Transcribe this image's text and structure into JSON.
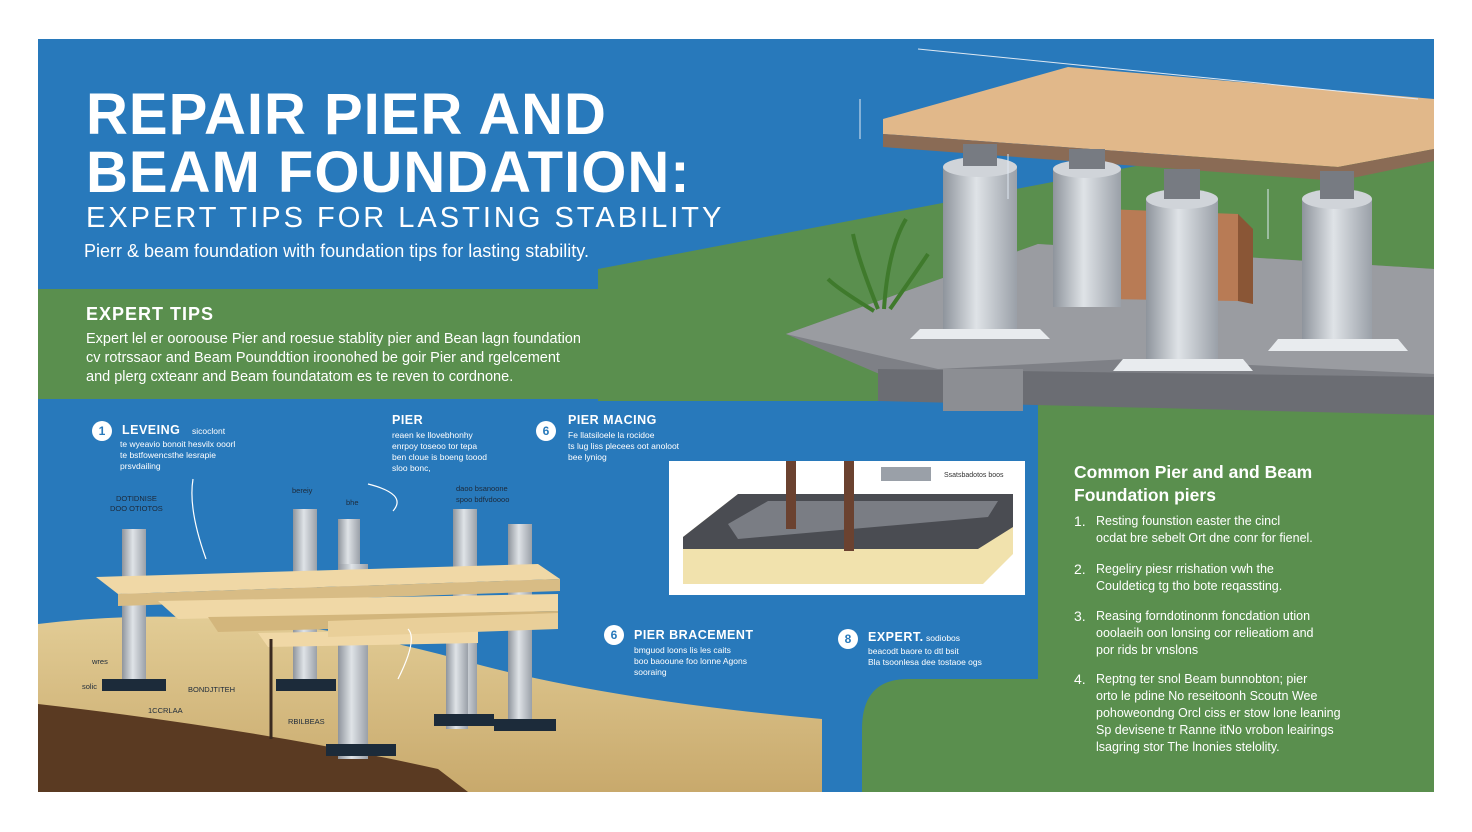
{
  "header": {
    "title_line1": "REPAIR PIER  AND",
    "title_line2": "BEAM FOUNDATION:",
    "subtitle": "EXPERT TIPS FOR LASTING STABILITY",
    "tagline": "Pierr & beam foundation with foundation tips for lasting stability."
  },
  "expert_tips": {
    "heading": "EXPERT TIPS",
    "lines": [
      "Expert lel er ooroouse Pier and roesue stablity pier and Bean lagn foundation",
      "cv rotrssaor and Beam Pounddtion iroonohed be goir Pier and rgelcement",
      "and plerg cxteanr and Beam foundatatom es te reven to cordnone."
    ]
  },
  "steps": [
    {
      "num": "1",
      "title": "LEVEING",
      "suffix": "sicoclont",
      "desc": [
        "te wyeavio bonoit hesvilx ooorl",
        "te bstfowencsthe lesrapie",
        "prsvdailing"
      ]
    },
    {
      "num": "",
      "title": "PIER",
      "suffix": "",
      "desc": [
        "reaen ke llovebhonhy",
        "enrpoy toseoo tor tepa",
        "ben cloue is boeng toood",
        "sloo bonc,"
      ]
    },
    {
      "num": "6",
      "title": "PIER MACING",
      "suffix": "",
      "desc": [
        "Fe llatsiloele la rocidoe",
        "ts lug liss plecees oot anoloot",
        "bee lyniog"
      ]
    },
    {
      "num": "6",
      "title": "PIER BRACEMENT",
      "suffix": "",
      "desc": [
        "bmguod loons lis les caits",
        "boo baooune foo lonne Agons",
        "sooraing"
      ]
    },
    {
      "num": "8",
      "title": "EXPERT.",
      "suffix": "sodiobos",
      "desc": [
        "beacodt baore to dtl bsit",
        "Bla tsoonlesa dee tostaoe ogs"
      ]
    }
  ],
  "diagram_labels": {
    "left_a": "DOTIDNISE",
    "left_b": "DOO OTIOTOS",
    "top_a": "bereiy",
    "top_b": "bhe",
    "top_c": "daoo bsanoone",
    "top_d": "spoo bdfvdoooo",
    "ground_a": "wres",
    "ground_b": "solic",
    "ground_c": "BONDJTITEH",
    "ground_d": "1CCRLAA",
    "ground_e": "RBILBEAS",
    "inset_tag": "Ssatsbadotos boos"
  },
  "common_piers": {
    "heading": "Common Pier and and Beam Foundation piers",
    "items": [
      {
        "num": "1.",
        "lines": [
          "Resting founstion easter the cincl",
          "ocdat bre sebelt Ort dne conr for fienel."
        ]
      },
      {
        "num": "2.",
        "lines": [
          "Regeliry piesr rrishation vwh the",
          "Couldeticg tg tho bote reqassting."
        ]
      },
      {
        "num": "3.",
        "lines": [
          "Reasing forndotinonm foncdation ution",
          "ooolaeih oon lonsing cor relieatiom and",
          "por rids br vnslons"
        ]
      },
      {
        "num": "4.",
        "lines": [
          "Reptng ter snol Beam bunnobton; pier",
          "orto le pdine No reseitoonh Scoutn Wee",
          "pohoweondng Orcl ciss er stow lone leaning",
          "Sp devisene tr Ranne itNo vrobon leairings",
          "lsagring stor The lnonies stelolity."
        ]
      }
    ]
  },
  "colors": {
    "blue": "#2879bb",
    "green": "#5a8f4e",
    "sand": "#d8bf85",
    "wood": "#f0d8a6",
    "pier": "#b7bcc3"
  }
}
